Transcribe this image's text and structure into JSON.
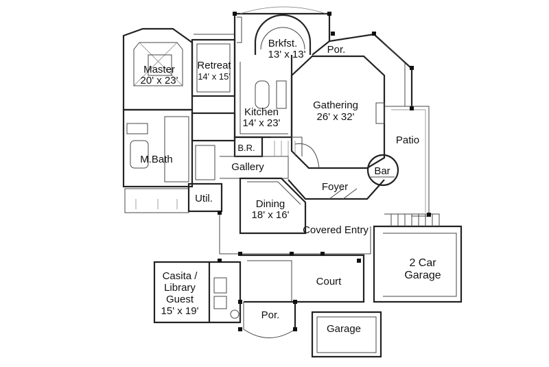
{
  "rooms": {
    "master": {
      "name": "Master",
      "size": "20' x 23'"
    },
    "retreat": {
      "name": "Retreat",
      "size": "14' x 15'"
    },
    "breakfast": {
      "name": "Brkfst.",
      "size": "13' x 13'"
    },
    "porch_top": {
      "name": "Por."
    },
    "kitchen": {
      "name": "Kitchen",
      "size": "14' x 23'"
    },
    "gathering": {
      "name": "Gathering",
      "size": "26' x 32'"
    },
    "patio": {
      "name": "Patio"
    },
    "m_bath": {
      "name": "M.Bath"
    },
    "br": {
      "name": "B.R."
    },
    "gallery": {
      "name": "Gallery"
    },
    "bar": {
      "name": "Bar"
    },
    "foyer": {
      "name": "Foyer"
    },
    "utility": {
      "name": "Util."
    },
    "dining": {
      "name": "Dining",
      "size": "18' x 16'"
    },
    "covered_entry": {
      "name": "Covered Entry"
    },
    "garage_2car": {
      "name": "2 Car",
      "name2": "Garage"
    },
    "casita": {
      "name": "Casita /",
      "name2": "Library",
      "name3": "Guest",
      "size": "15' x 19'"
    },
    "court": {
      "name": "Court"
    },
    "porch_bottom": {
      "name": "Por."
    },
    "garage": {
      "name": "Garage"
    }
  }
}
